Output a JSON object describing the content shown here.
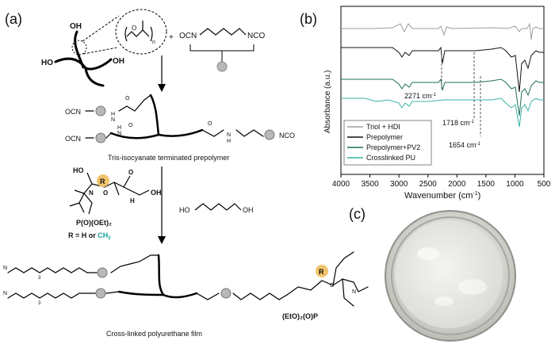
{
  "panels": {
    "a": "(a)",
    "b": "(b)",
    "c": "(c)"
  },
  "scheme": {
    "oh": "OH",
    "ho": "HO",
    "ocn": "OCN",
    "nco": "NCO",
    "n": "N",
    "h": "H",
    "o": "O",
    "plus": "+",
    "repeat_n": "n",
    "prepolymer_caption": "Tris-isocyanate terminated prepolymer",
    "nitroxide_r": "R",
    "nitroxide_p": "P(O)(OEt)₂",
    "nitroxide_r_def_prefix": "R = H or ",
    "nitroxide_r_def_ch3": "CH",
    "nitroxide_r_def_ch3_sub": "3",
    "diol_ho": "HO",
    "diol_oh": "OH",
    "film_p_group": "(EtO)₂(O)P",
    "subscript_3": "3",
    "film_caption": "Cross-linked polyurethane film"
  },
  "ftir": {
    "ylabel": "Absorbance (a.u.)",
    "xlabel_main": "Wavenumber (cm",
    "xlabel_sup": "-1",
    "xlabel_close": ")",
    "x_ticks": [
      "4000",
      "3500",
      "3000",
      "2500",
      "2000",
      "1500",
      "1000",
      "500"
    ],
    "annotations": [
      {
        "label": "2271 cm",
        "sup": "-1"
      },
      {
        "label": "1718 cm",
        "sup": "-1"
      },
      {
        "label": "1654 cm",
        "sup": "-1"
      }
    ],
    "legend": [
      {
        "name": "Triol + HDI",
        "color": "#9e9e9e"
      },
      {
        "name": "Prepolymer",
        "color": "#111111"
      },
      {
        "name": "Prepolymer+PV2",
        "color": "#1e6f5a"
      },
      {
        "name": "Crosslinked PU",
        "color": "#3bb3a3"
      }
    ]
  },
  "chart_data": {
    "type": "line",
    "title": "",
    "xlabel": "Wavenumber (cm-1)",
    "ylabel": "Absorbance (a.u.)",
    "xlim": [
      4000,
      500
    ],
    "x_ticks": [
      4000,
      3500,
      3000,
      2500,
      2000,
      1500,
      1000,
      500
    ],
    "grid": false,
    "legend_position": "bottom-left",
    "series": [
      {
        "name": "Triol + HDI",
        "color": "#9e9e9e"
      },
      {
        "name": "Prepolymer",
        "color": "#111111"
      },
      {
        "name": "Prepolymer+PV2",
        "color": "#1e6f5a"
      },
      {
        "name": "Crosslinked PU",
        "color": "#3bb3a3"
      }
    ],
    "marked_peaks": [
      2271,
      1718,
      1654
    ]
  },
  "accent": {
    "r_group": "#f2c46d",
    "ch3": "#1aa39a"
  }
}
